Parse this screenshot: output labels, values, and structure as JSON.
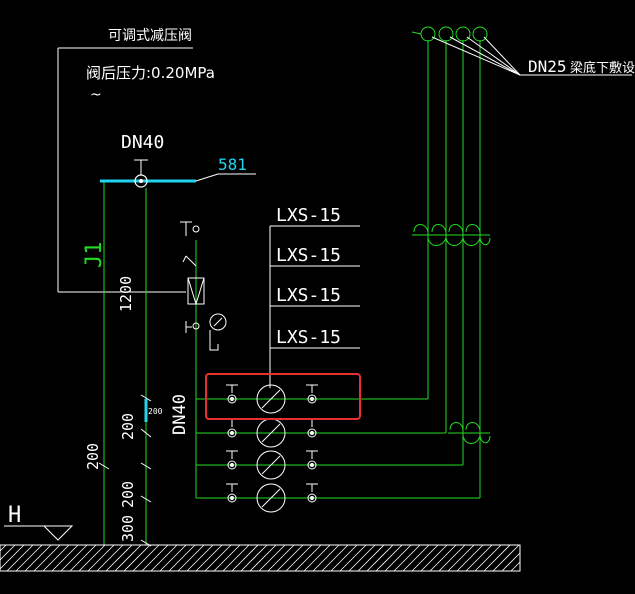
{
  "colors": {
    "background": "#000000",
    "pipe": "#22dd22",
    "line": "#ffffff",
    "annotation": "#22d3ee",
    "highlight": "#e8302f",
    "ground": "#ffffff"
  },
  "labels": {
    "valve_title": "可调式减压阀",
    "valve_pressure": "阀后压力:0.20MPa",
    "tilde": "~",
    "dn40_top": "DN40",
    "num_581": "581",
    "lxs_1": "LXS-15",
    "lxs_2": "LXS-15",
    "lxs_3": "LXS-15",
    "lxs_4": "LXS-15",
    "dn25": "DN25",
    "dn25_desc": "梁底下敷设",
    "j1": "J1",
    "dim_1200": "1200",
    "dim_200_a": "200",
    "dim_200_small": "200",
    "dn40_vertical": "DN40",
    "dim_200_b": "200",
    "dim_200_c": "200",
    "dim_300": "300",
    "ground_h": "H"
  }
}
